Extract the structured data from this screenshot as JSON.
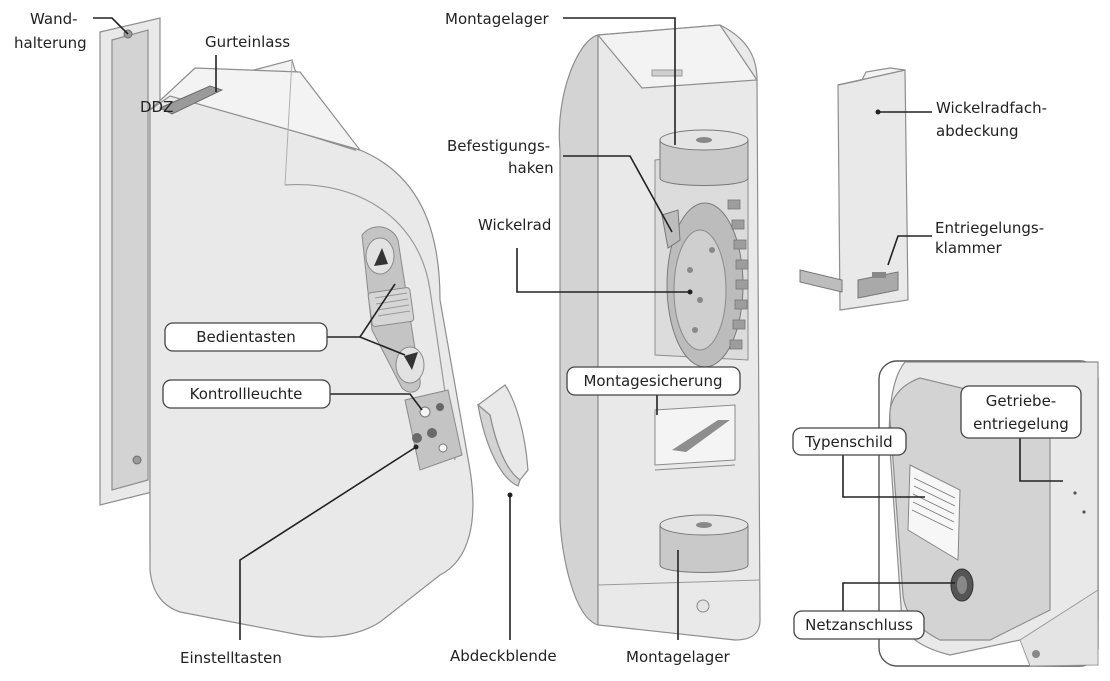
{
  "labels": {
    "wandhalterung_1": "Wand-",
    "wandhalterung_2": "halterung",
    "gurteinlass": "Gurteinlass",
    "bedientasten": "Bedientasten",
    "kontrollleuchte": "Kontrollleuchte",
    "einstelltasten": "Einstelltasten",
    "abdeckblende": "Abdeckblende",
    "montagelager_top": "Montagelager",
    "befestigungshaken_1": "Befestigungs-",
    "befestigungshaken_2": "haken",
    "wickelrad": "Wickelrad",
    "montagesicherung": "Montagesicherung",
    "montagelager_bottom": "Montagelager",
    "wickelradfach_1": "Wickelradfach-",
    "wickelradfach_2": "abdeckung",
    "entriegelung_1": "Entriegelungs-",
    "entriegelung_2": "klammer",
    "getriebe_1": "Getriebe-",
    "getriebe_2": "entriegelung",
    "typenschild": "Typenschild",
    "netzanschluss": "Netzanschluss"
  },
  "illustration": {
    "body_text": "DDZ"
  }
}
